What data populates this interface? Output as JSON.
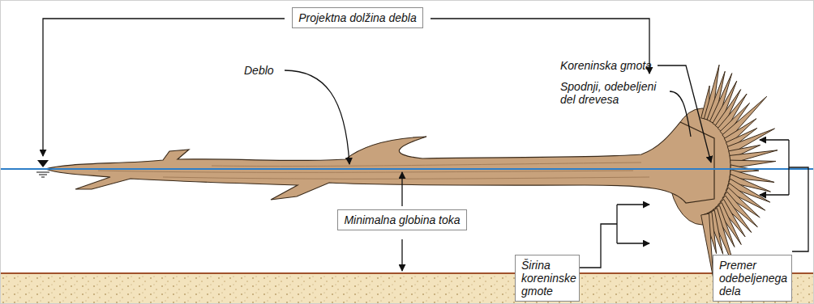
{
  "diagram": {
    "nodes": [
      {
        "text": [
          "Projektna dolžina debla"
        ]
      },
      {
        "text": [
          "Minimalna globina toka"
        ]
      },
      {
        "text": [
          "Širina koreninske gmote"
        ]
      },
      {
        "text": [
          "Premer odebeljenega dela"
        ]
      }
    ],
    "labels": [
      "Deblo",
      "Koreninska gmota",
      "Spodnji, odebeljeni del drevesa"
    ]
  }
}
